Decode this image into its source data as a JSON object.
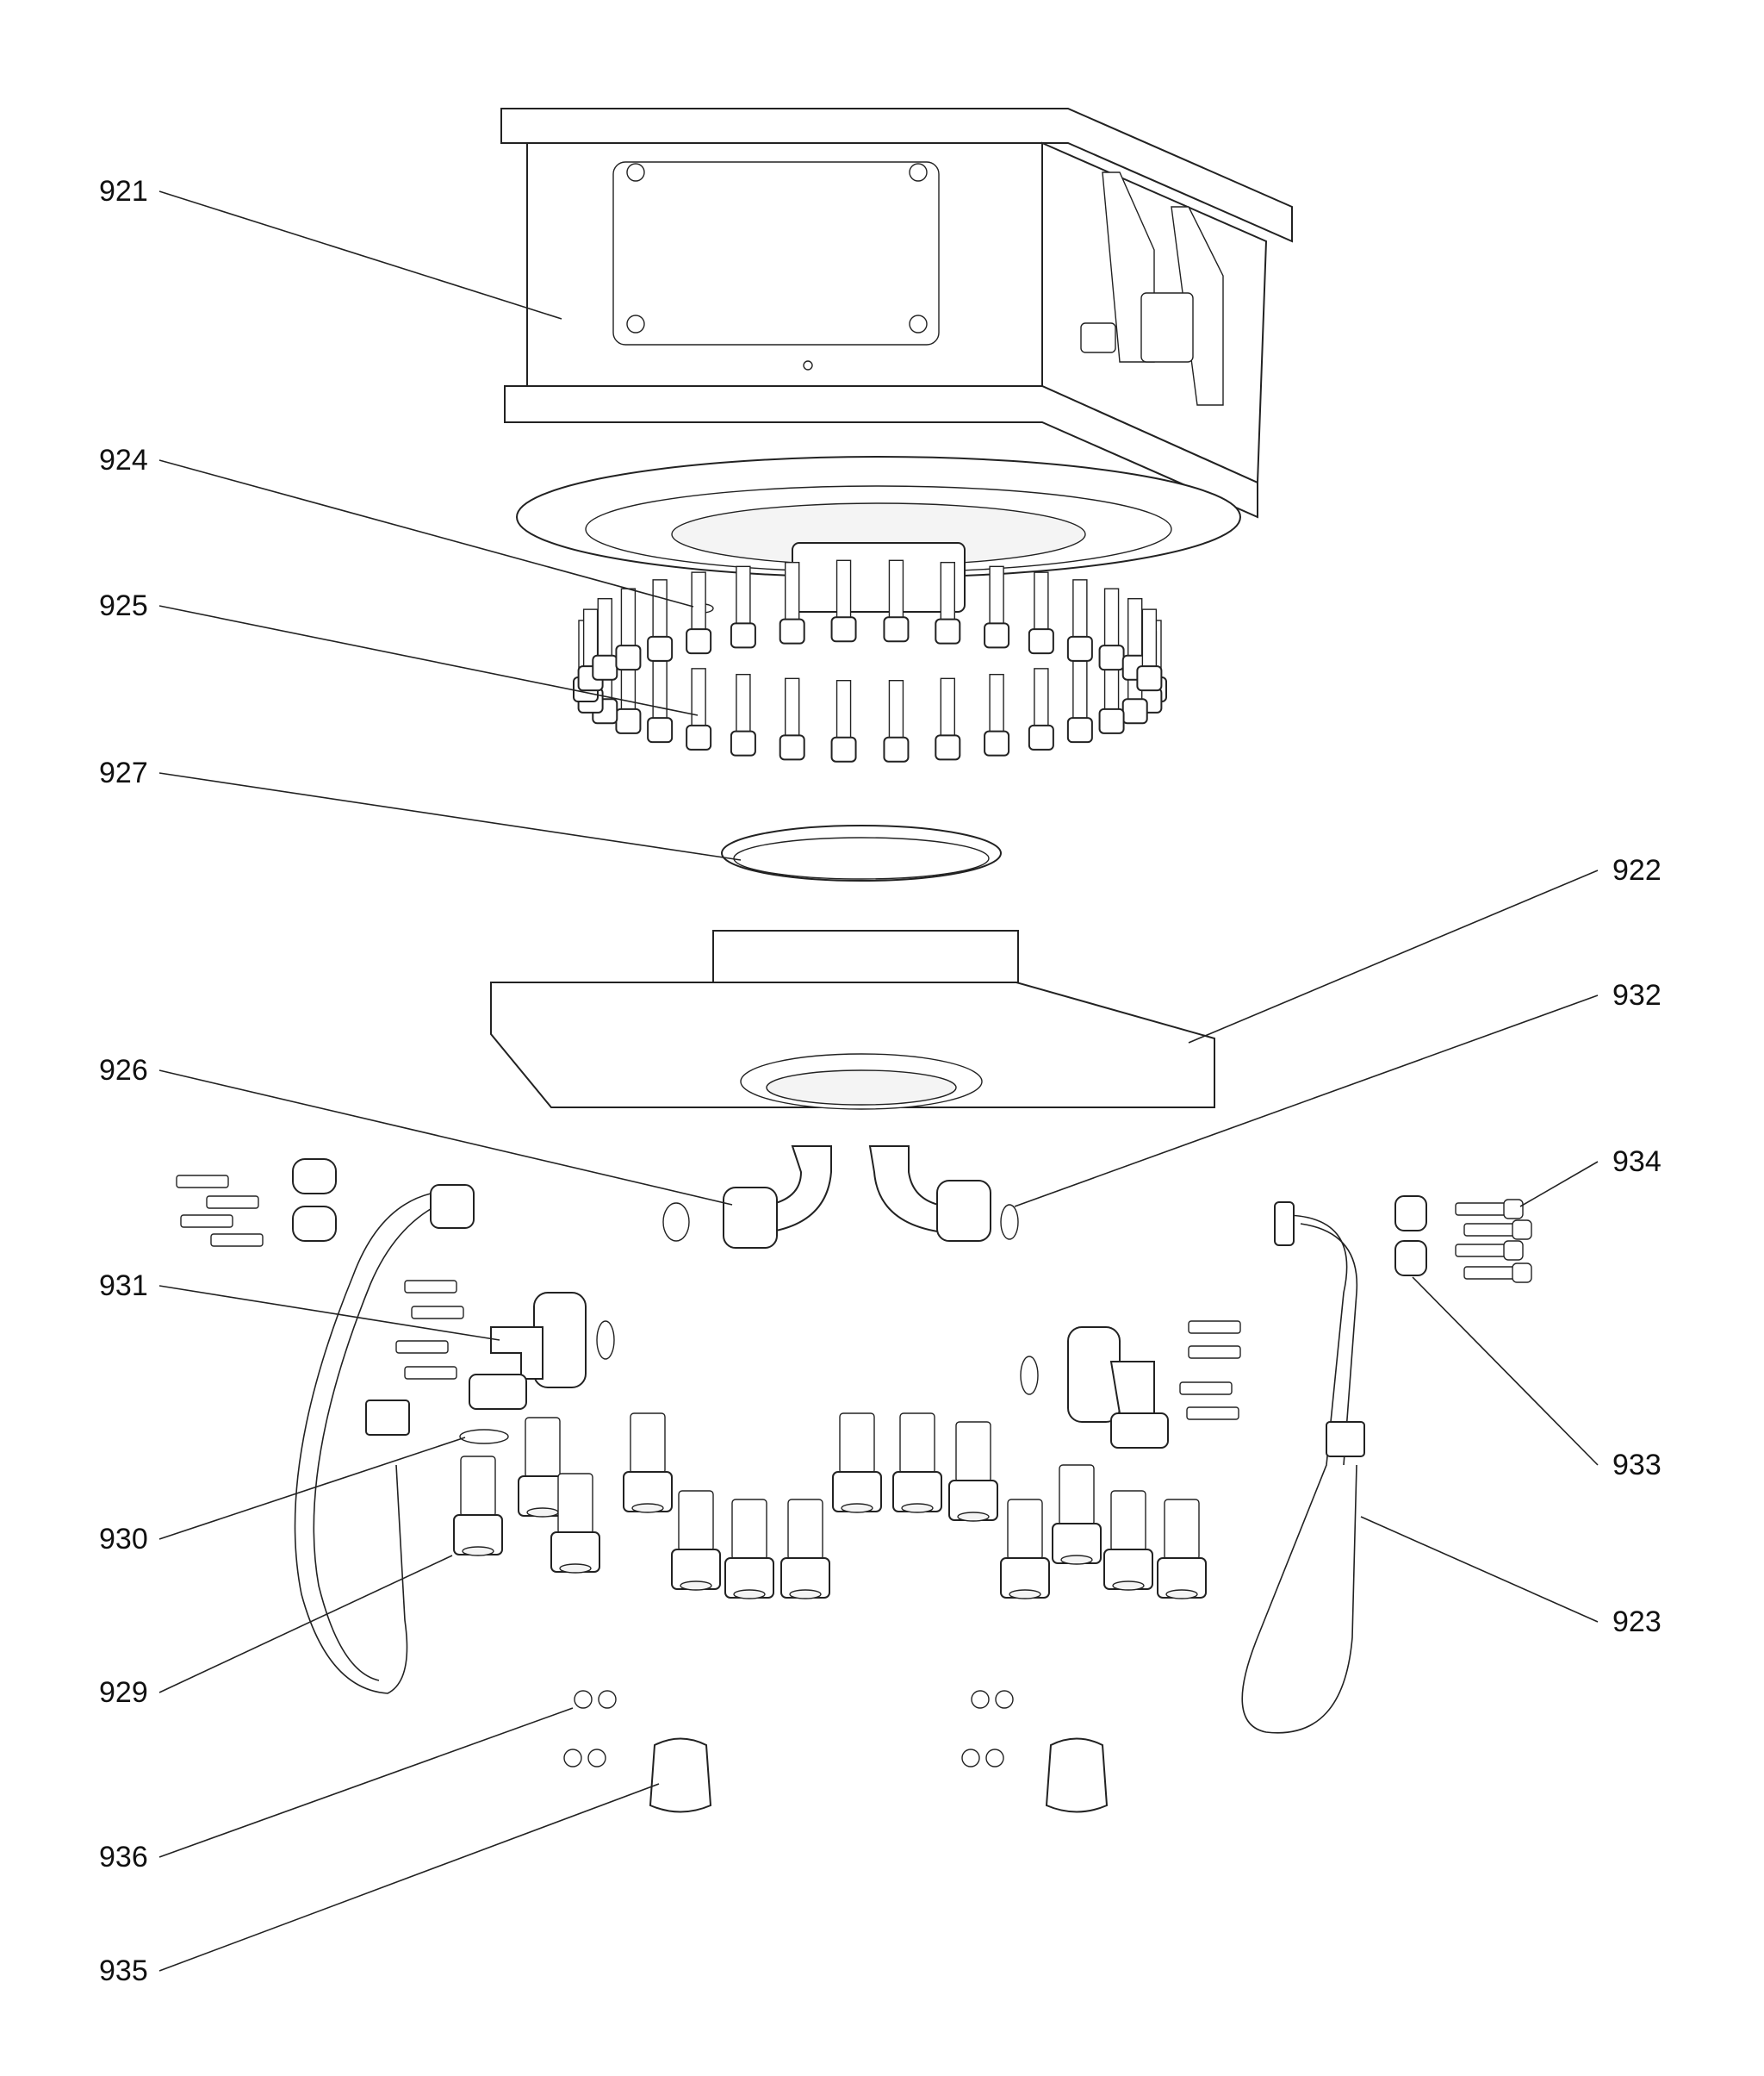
{
  "diagram": {
    "type": "exploded-parts-view",
    "callouts": [
      {
        "id": "921",
        "side": "left"
      },
      {
        "id": "924",
        "side": "left"
      },
      {
        "id": "925",
        "side": "left"
      },
      {
        "id": "927",
        "side": "left"
      },
      {
        "id": "922",
        "side": "right"
      },
      {
        "id": "932",
        "side": "right"
      },
      {
        "id": "926",
        "side": "left"
      },
      {
        "id": "934",
        "side": "right"
      },
      {
        "id": "931",
        "side": "left"
      },
      {
        "id": "933",
        "side": "right"
      },
      {
        "id": "930",
        "side": "left"
      },
      {
        "id": "923",
        "side": "right"
      },
      {
        "id": "929",
        "side": "left"
      },
      {
        "id": "936",
        "side": "left"
      },
      {
        "id": "935",
        "side": "left"
      }
    ]
  }
}
